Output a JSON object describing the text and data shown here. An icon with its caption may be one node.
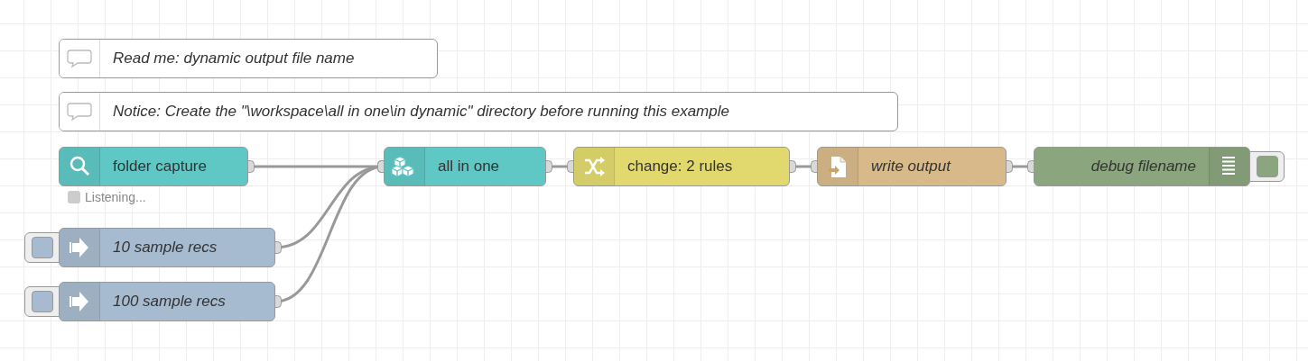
{
  "diagram": {
    "nodes": [
      {
        "text": [
          "Read me: dynamic output file name"
        ]
      },
      {
        "text": [
          "Notice: Create the \"\\workspace\\all in one\\in dynamic\" directory before running this example"
        ]
      },
      {
        "text": [
          "folder capture"
        ],
        "beside": [
          "Listening..."
        ]
      },
      {
        "text": [
          "all in one"
        ]
      },
      {
        "text": [
          "change: 2 rules"
        ]
      },
      {
        "text": [
          "write output"
        ]
      },
      {
        "text": [
          "debug filename"
        ]
      },
      {
        "text": [
          "10 sample recs"
        ]
      },
      {
        "text": [
          "100 sample recs"
        ]
      }
    ],
    "edges": [
      {
        "from": 2,
        "to": 3,
        "arrow": "other"
      },
      {
        "from": 7,
        "to": 3,
        "arrow": "other"
      },
      {
        "from": 8,
        "to": 3,
        "arrow": "other"
      },
      {
        "from": 3,
        "to": 4,
        "arrow": "other"
      },
      {
        "from": 4,
        "to": 5,
        "arrow": "other"
      },
      {
        "from": 5,
        "to": 6,
        "arrow": "other"
      }
    ]
  }
}
